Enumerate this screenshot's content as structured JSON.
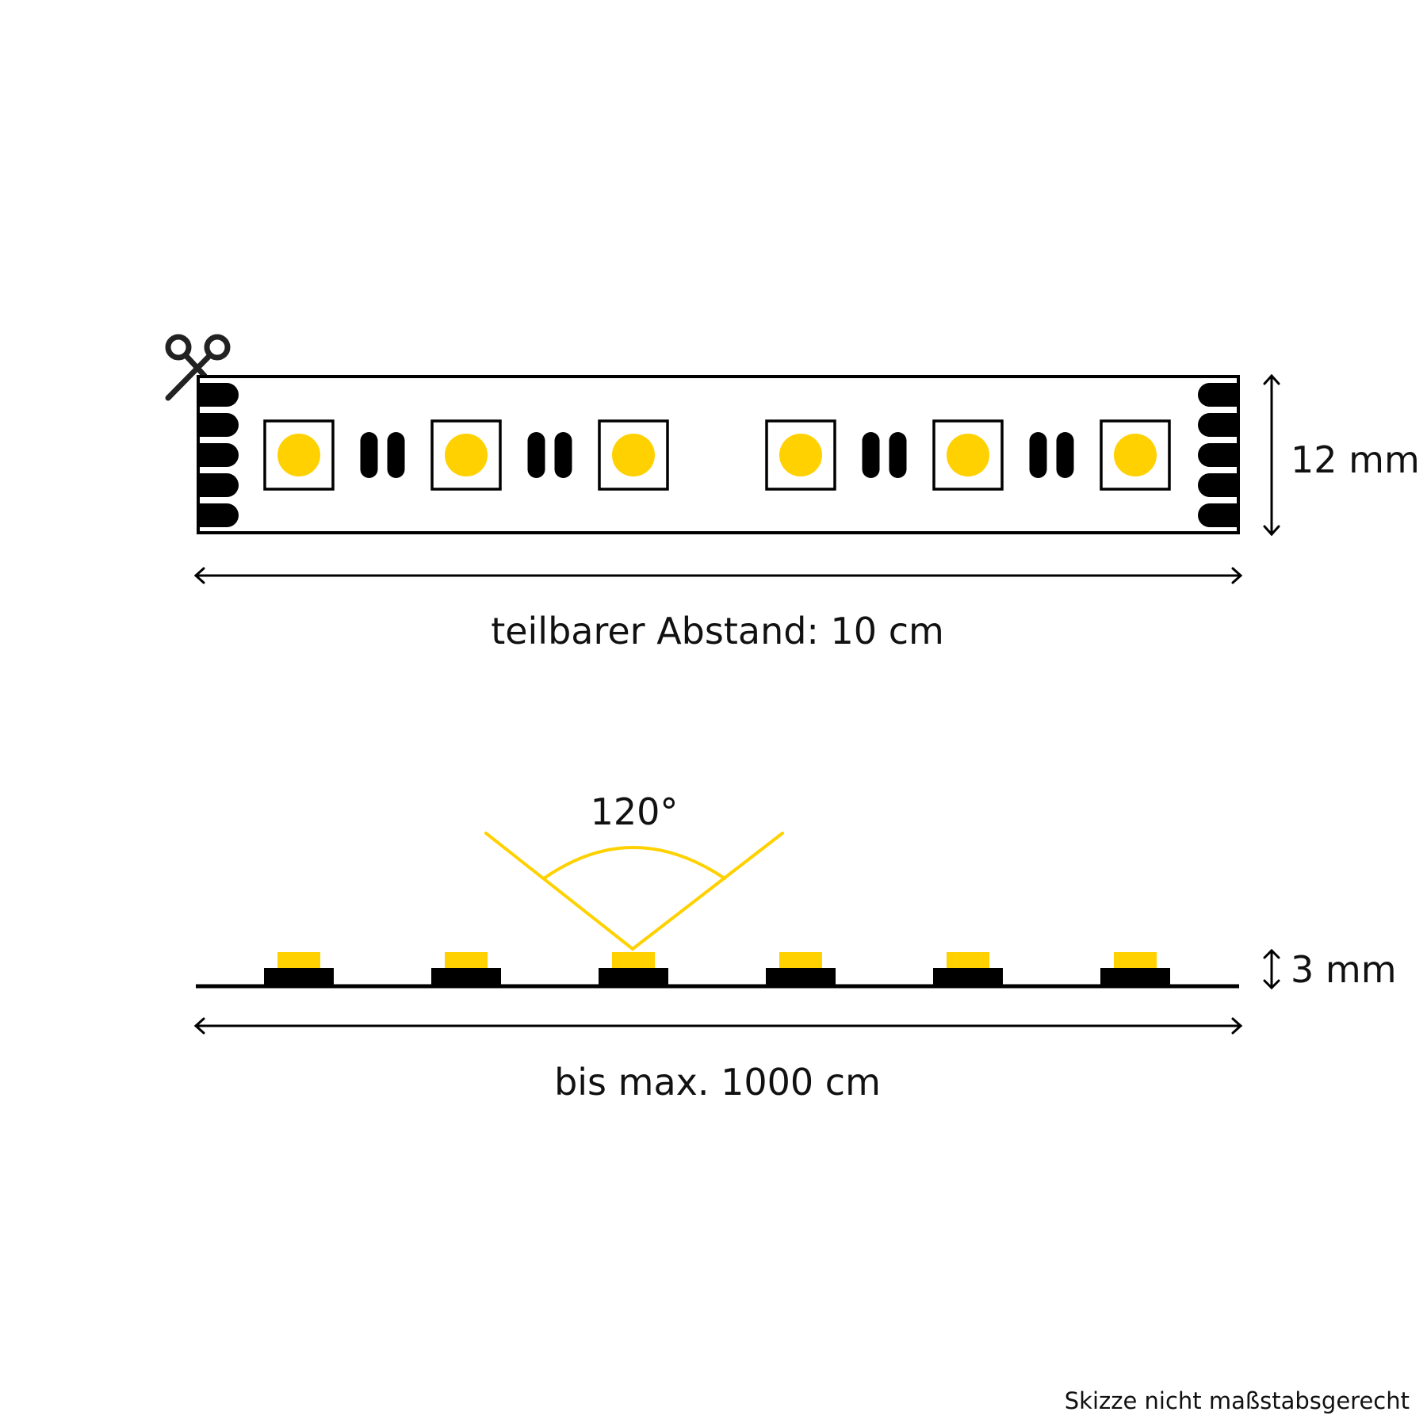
{
  "top_view": {
    "width_label": "12 mm",
    "cut_distance_label": "teilbarer Abstand: 10 cm",
    "icons": {
      "cut": "scissors-icon"
    },
    "led_groups": [
      3,
      3
    ]
  },
  "side_view": {
    "beam_angle_label": "120°",
    "height_label": "3 mm",
    "length_label": "bis max. 1000 cm",
    "led_count": 6
  },
  "footer": {
    "note": "Skizze nicht maßstabsgerecht"
  },
  "colors": {
    "led": "#FFD100",
    "line": "#000000",
    "text": "#111111",
    "background": "#FFFFFF"
  }
}
